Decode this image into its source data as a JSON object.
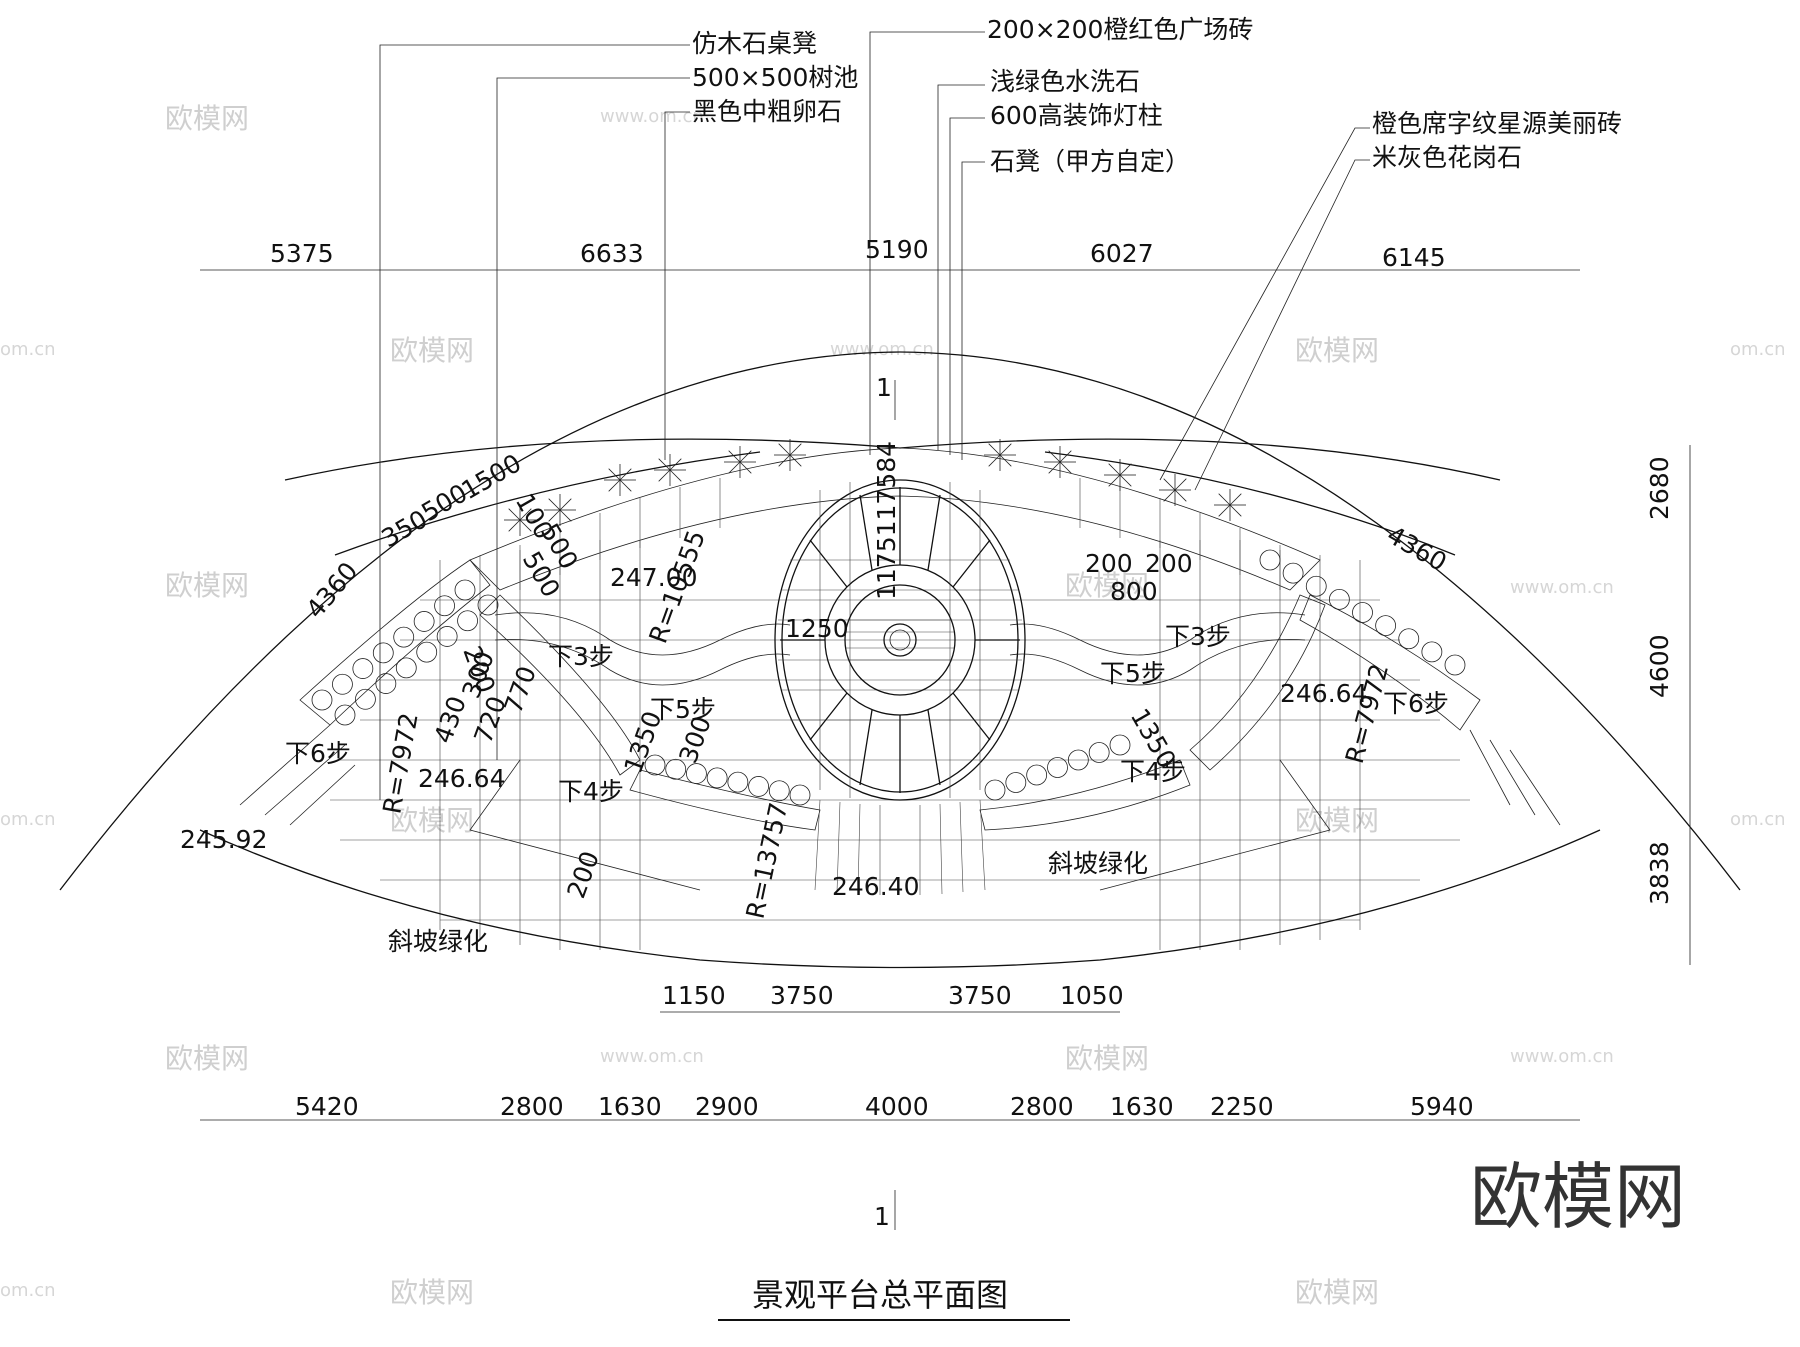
{
  "title": "景观平台总平面图",
  "brand": "欧模网",
  "watermark_url": "www.om.cn",
  "watermark_partial": "om.cn",
  "section_mark": "1",
  "material_labels": [
    "仿木石桌凳",
    "500×500树池",
    "黑色中粗卵石",
    "200×200橙红色广场砖",
    "浅绿色水洗石",
    "600高装饰灯柱",
    "石凳（甲方自定）",
    "橙色席字纹星源美丽砖",
    "米灰色花岗石"
  ],
  "top_dims": [
    "5375",
    "6633",
    "5190",
    "6027",
    "6145"
  ],
  "bottom_dims": [
    "5420",
    "2800",
    "1630",
    "2900",
    "4000",
    "2800",
    "1630",
    "2250",
    "5940"
  ],
  "mid_dims": [
    "1150",
    "3750",
    "3750",
    "1050"
  ],
  "right_dims": [
    "2680",
    "4600",
    "3838"
  ],
  "plan_annotations": {
    "left_span": "4360",
    "right_span": "4360",
    "left_top_dims": [
      "350",
      "500",
      "1500"
    ],
    "left_small_dims": [
      "100",
      "500",
      "500"
    ],
    "elev_247_00": "247.00",
    "radius_10555": "R=10555",
    "center_1250": "1250",
    "center_vertical": "1175117584",
    "steps_down_3": "下3步",
    "steps_down_5": "下5步",
    "steps_down_4": "下4步",
    "steps_down_6": "下6步",
    "left_col_dims": [
      "200",
      "300",
      "430",
      "720",
      "770"
    ],
    "dim_1350": "1350",
    "dim_300": "300",
    "elev_246_64": "246.64",
    "radius_7972": "R=7972",
    "elev_245_92": "245.92",
    "dim_200": "200",
    "radius_13757": "R=13757",
    "elev_246_40": "246.40",
    "slope_green": "斜坡绿化",
    "right_dims_a": [
      "200",
      "200"
    ],
    "right_dim_800": "800"
  }
}
